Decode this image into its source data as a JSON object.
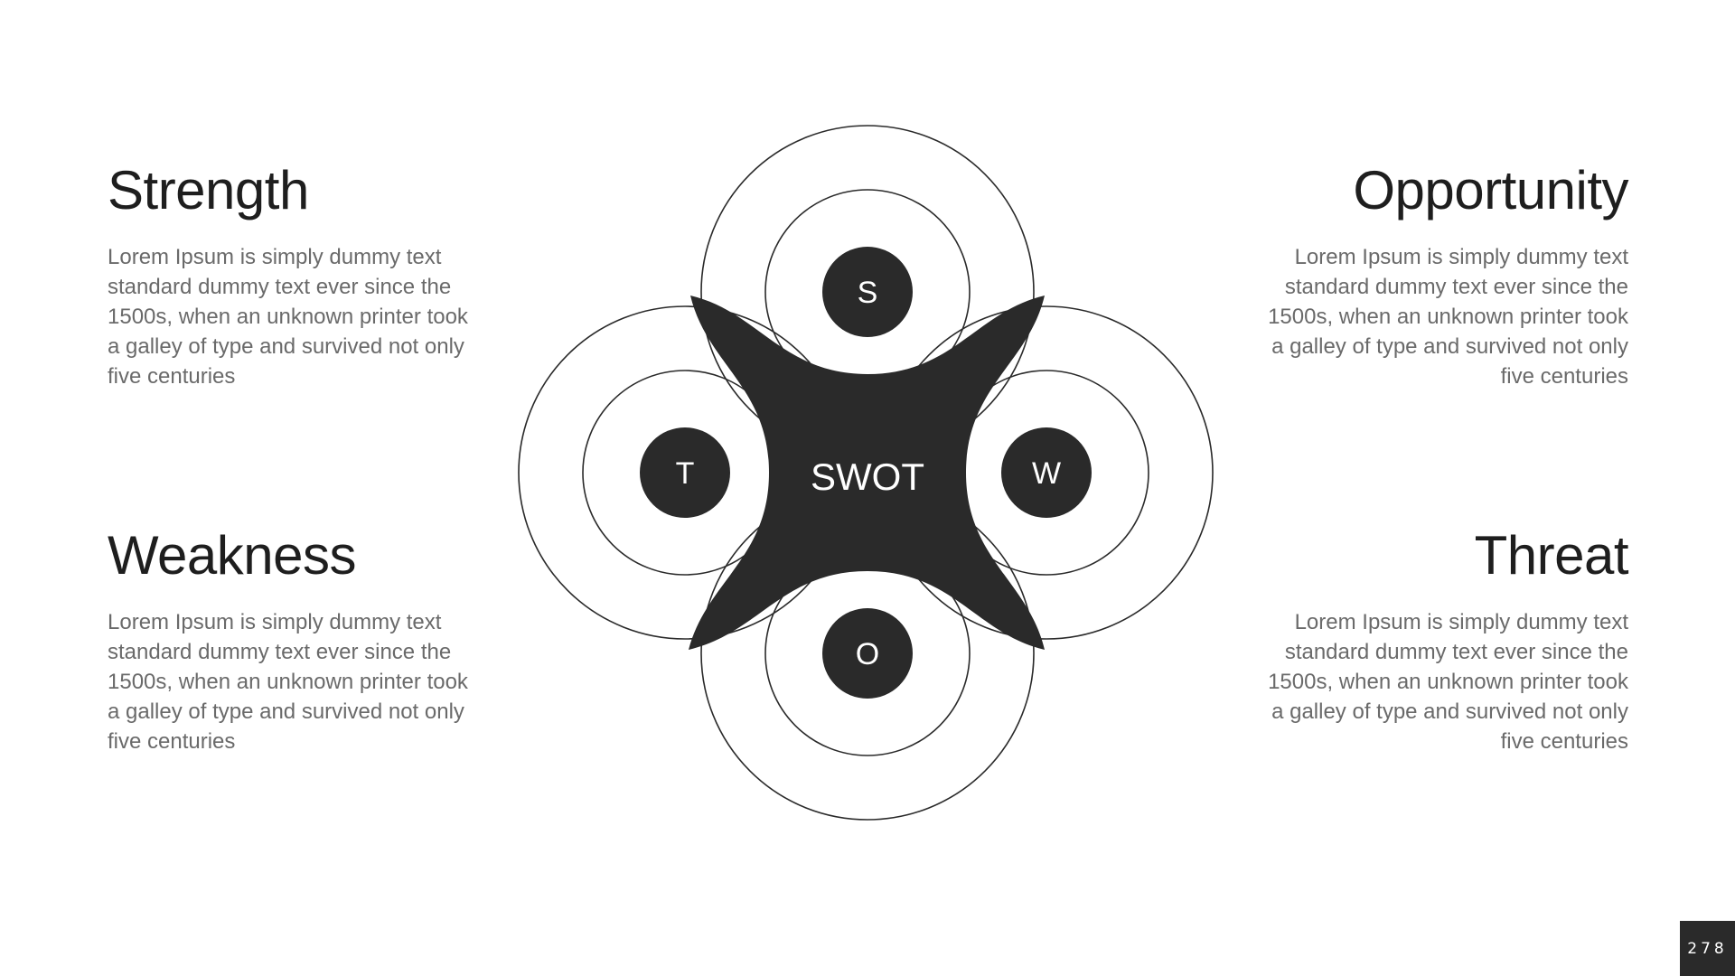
{
  "center_label": "SWOT",
  "quadrants": [
    {
      "title": "Strength",
      "letter": "S",
      "body": "Lorem Ipsum is simply dummy text standard dummy text ever since the 1500s, when an unknown printer took a galley of type and survived not only five centuries"
    },
    {
      "title": "Opportunity",
      "letter": "O",
      "body": "Lorem Ipsum is simply dummy text standard dummy text ever since the 1500s, when an unknown printer took a galley of type and survived not only five centuries"
    },
    {
      "title": "Weakness",
      "letter": "W",
      "body": "Lorem Ipsum is simply dummy text standard dummy text ever since the 1500s, when an unknown printer took a galley of type and survived not only five centuries"
    },
    {
      "title": "Threat",
      "letter": "T",
      "body": "Lorem Ipsum is simply dummy text standard dummy text ever since the 1500s, when an unknown printer took a galley of type and survived not only five centuries"
    }
  ],
  "page_number": "278",
  "colors": {
    "dark": "#2a2a2a",
    "text": "#6a6a6a",
    "heading": "#1e1e1e"
  }
}
